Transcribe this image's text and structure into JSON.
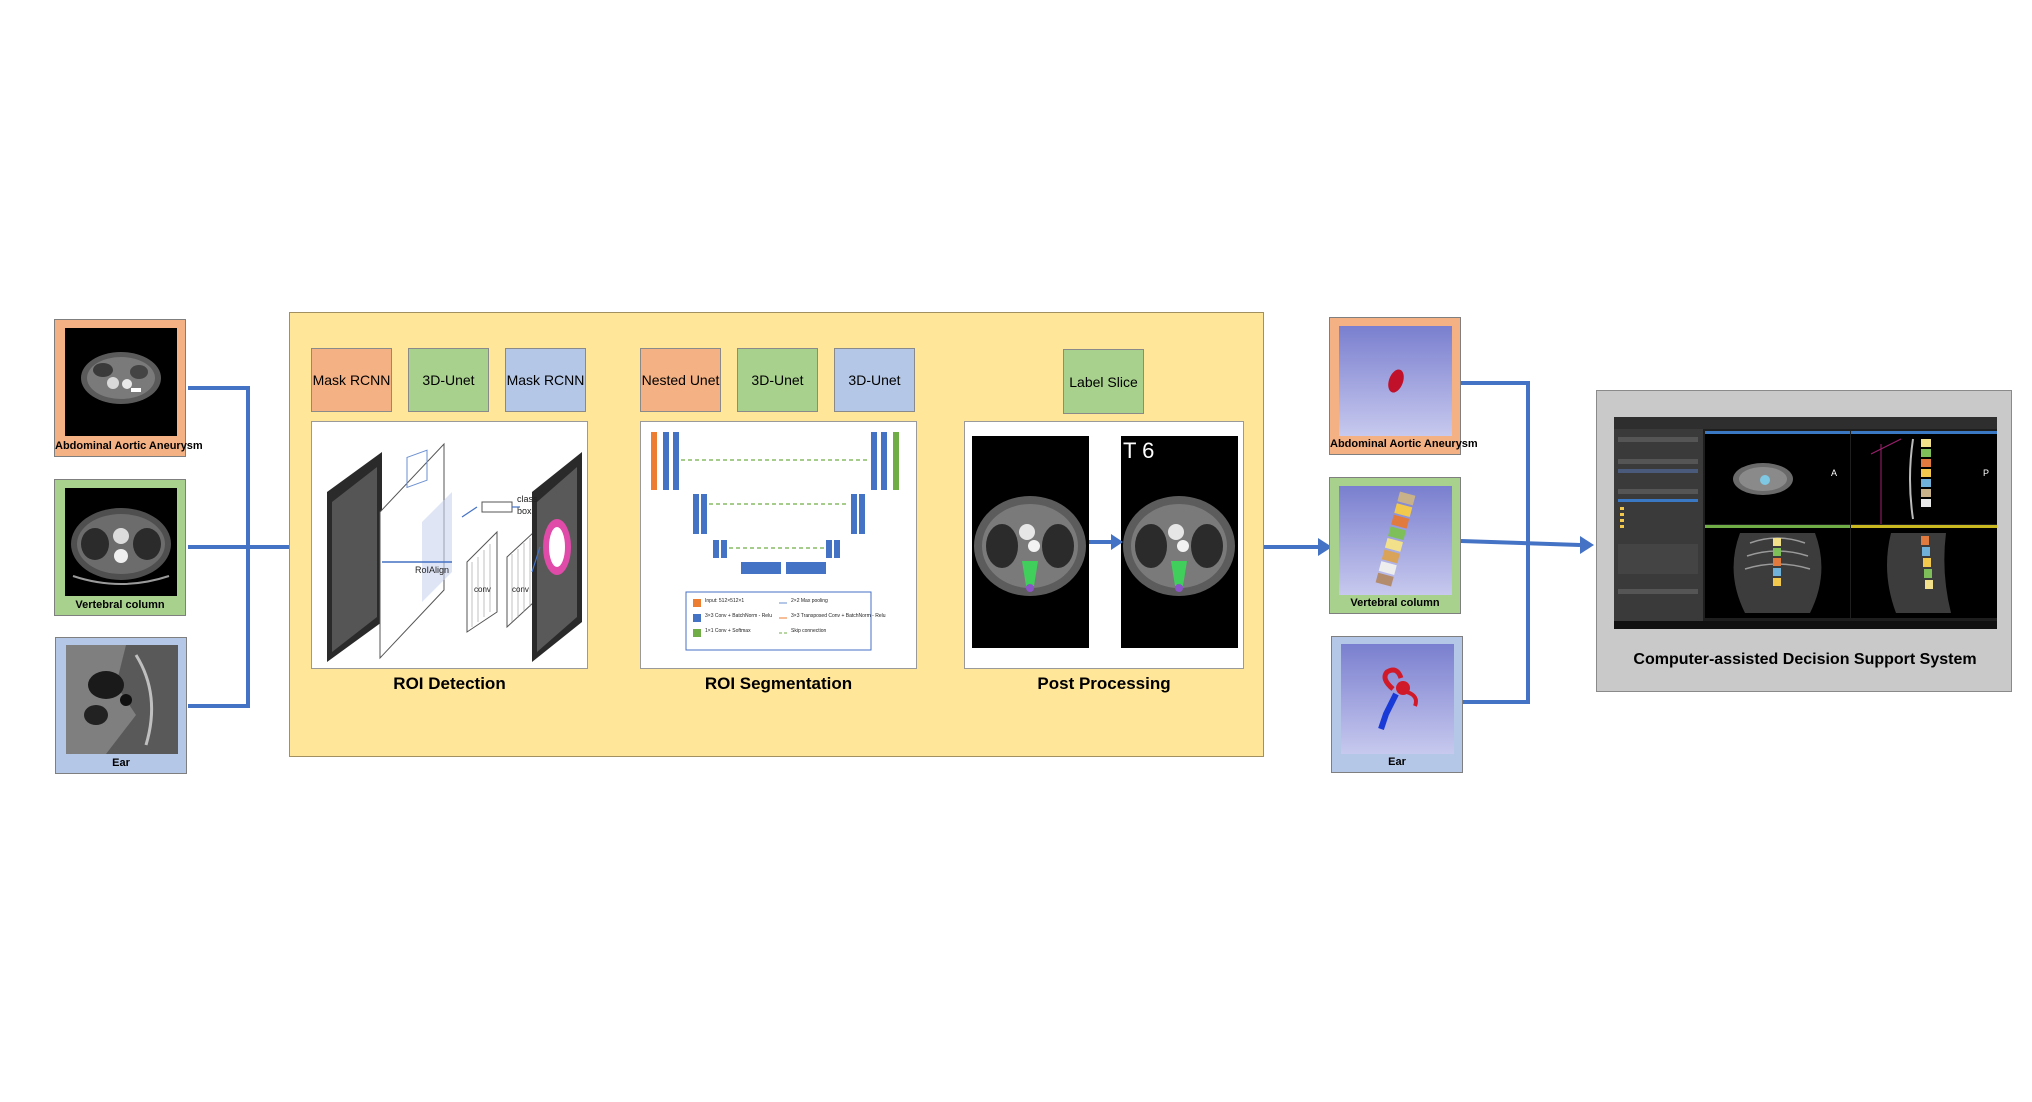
{
  "colors": {
    "orange": "#f4b183",
    "green": "#a9d18e",
    "blue": "#b4c7e7",
    "panel": "#ffe699",
    "arrow": "#4472c4",
    "cdss": "#c9c9c9"
  },
  "inputs": [
    {
      "label": "Abdominal Aortic Aneurysm"
    },
    {
      "label": "Vertebral column"
    },
    {
      "label": "Ear"
    }
  ],
  "methods_detection": [
    "Mask RCNN",
    "3D-Unet",
    "Mask RCNN"
  ],
  "methods_segmentation": [
    "Nested Unet",
    "3D-Unet",
    "3D-Unet"
  ],
  "methods_post": [
    "Label Slice"
  ],
  "stages": {
    "detection": "ROI Detection",
    "segmentation": "ROI Segmentation",
    "post": "Post Processing"
  },
  "detection_diagram": {
    "roialign": "RoIAlign",
    "class": "class",
    "box": "box",
    "conv1": "conv",
    "conv2": "conv"
  },
  "unet_diagram": {
    "legend": [
      "Input: 512×512×1",
      "3×3 Conv + BatchNorm - Relu",
      "1×1 Conv + Softmax",
      "2×2 Max pooling",
      "3×3 Transposed Conv + BatchNorm - Relu",
      "Skip connection"
    ]
  },
  "post_diagram": {
    "slice_label": "T 6"
  },
  "outputs": [
    {
      "label": "Abdominal Aortic Aneurysm"
    },
    {
      "label": "Vertebral column"
    },
    {
      "label": "Ear"
    }
  ],
  "cdss": {
    "title": "Computer-assisted Decision Support System",
    "view_a": "A",
    "view_p": "P"
  }
}
